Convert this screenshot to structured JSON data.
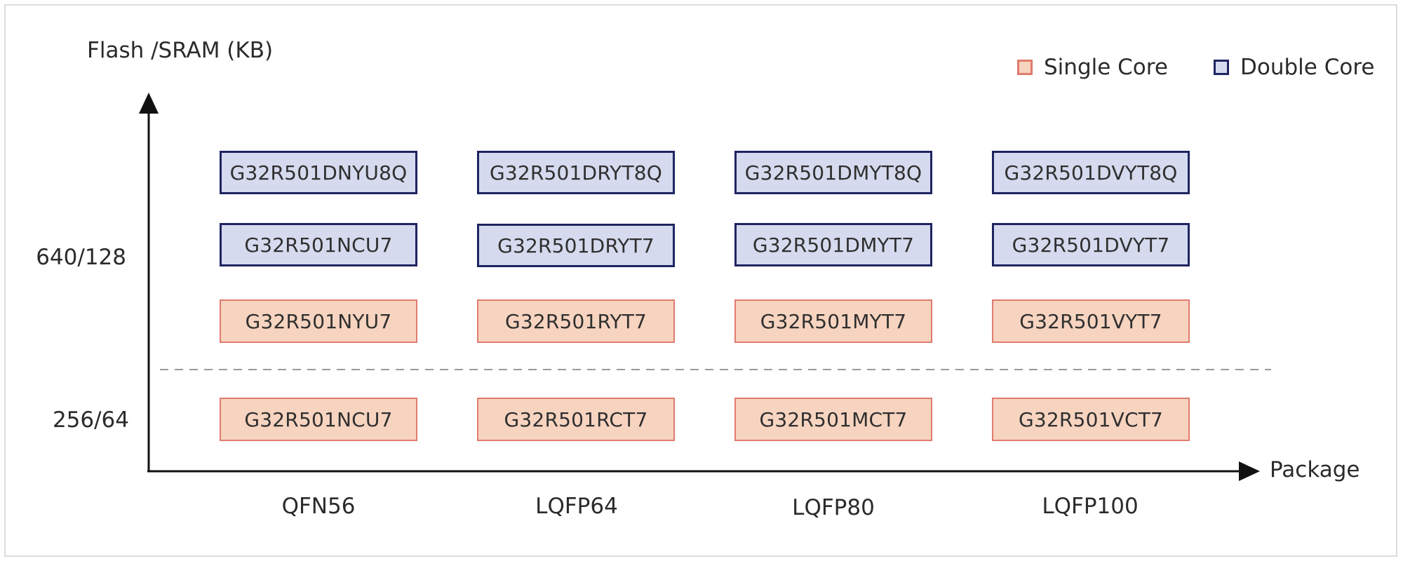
{
  "y_axis_title": "Flash /SRAM (KB)",
  "x_axis_title": "Package",
  "legend": [
    {
      "label": "Single Core",
      "fill": "#f7d4c0",
      "stroke": "#e07b6e"
    },
    {
      "label": "Double Core",
      "fill": "#d5daee",
      "stroke": "#1f2461"
    }
  ],
  "y_levels": [
    "640/128",
    "256/64"
  ],
  "packages": [
    "QFN56",
    "LQFP64",
    "LQFP80",
    "LQFP100"
  ],
  "rows": [
    {
      "memory": "640/128",
      "core": "Double Core",
      "parts": [
        "G32R501DNYU8Q",
        "G32R501DRYT8Q",
        "G32R501DMYT8Q",
        "G32R501DVYT8Q"
      ]
    },
    {
      "memory": "640/128",
      "core": "Double Core",
      "parts": [
        "G32R501NCU7",
        "G32R501DRYT7",
        "G32R501DMYT7",
        "G32R501DVYT7"
      ]
    },
    {
      "memory": "640/128",
      "core": "Single Core",
      "parts": [
        "G32R501NYU7",
        "G32R501RYT7",
        "G32R501MYT7",
        "G32R501VYT7"
      ]
    },
    {
      "memory": "256/64",
      "core": "Single Core",
      "parts": [
        "G32R501NCU7",
        "G32R501RCT7",
        "G32R501MCT7",
        "G32R501VCT7"
      ]
    }
  ],
  "colors": {
    "single_fill": "#f7d4c0",
    "single_stroke": "#e07b6e",
    "double_fill": "#d5daee",
    "double_stroke": "#1f2461",
    "axis": "#111111",
    "separator": "#9a9a9a"
  }
}
